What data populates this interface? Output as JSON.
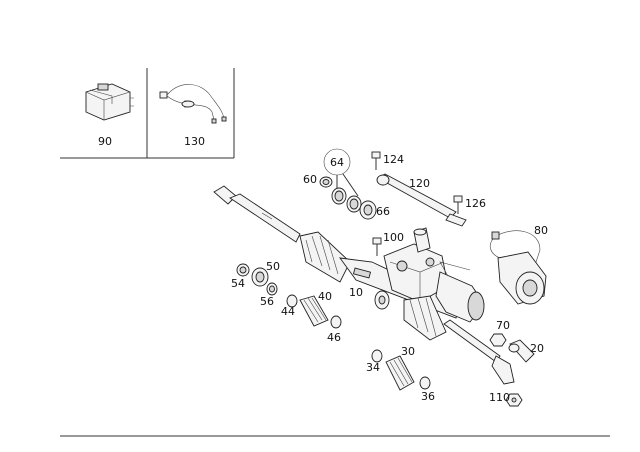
{
  "inset_parts": [
    {
      "id": "part-90",
      "label": "90"
    },
    {
      "id": "part-130",
      "label": "130"
    }
  ],
  "callouts": [
    {
      "id": "callout-64",
      "label": "64"
    },
    {
      "id": "callout-124",
      "label": "124"
    },
    {
      "id": "callout-60",
      "label": "60"
    },
    {
      "id": "callout-120",
      "label": "120"
    },
    {
      "id": "callout-66",
      "label": "66"
    },
    {
      "id": "callout-126",
      "label": "126"
    },
    {
      "id": "callout-80",
      "label": "80"
    },
    {
      "id": "callout-100",
      "label": "100"
    },
    {
      "id": "callout-50",
      "label": "50"
    },
    {
      "id": "callout-54",
      "label": "54"
    },
    {
      "id": "callout-56",
      "label": "56"
    },
    {
      "id": "callout-10",
      "label": "10"
    },
    {
      "id": "callout-40",
      "label": "40"
    },
    {
      "id": "callout-44",
      "label": "44"
    },
    {
      "id": "callout-46",
      "label": "46"
    },
    {
      "id": "callout-70",
      "label": "70"
    },
    {
      "id": "callout-20",
      "label": "20"
    },
    {
      "id": "callout-30",
      "label": "30"
    },
    {
      "id": "callout-34",
      "label": "34"
    },
    {
      "id": "callout-36",
      "label": "36"
    },
    {
      "id": "callout-110",
      "label": "110"
    }
  ]
}
